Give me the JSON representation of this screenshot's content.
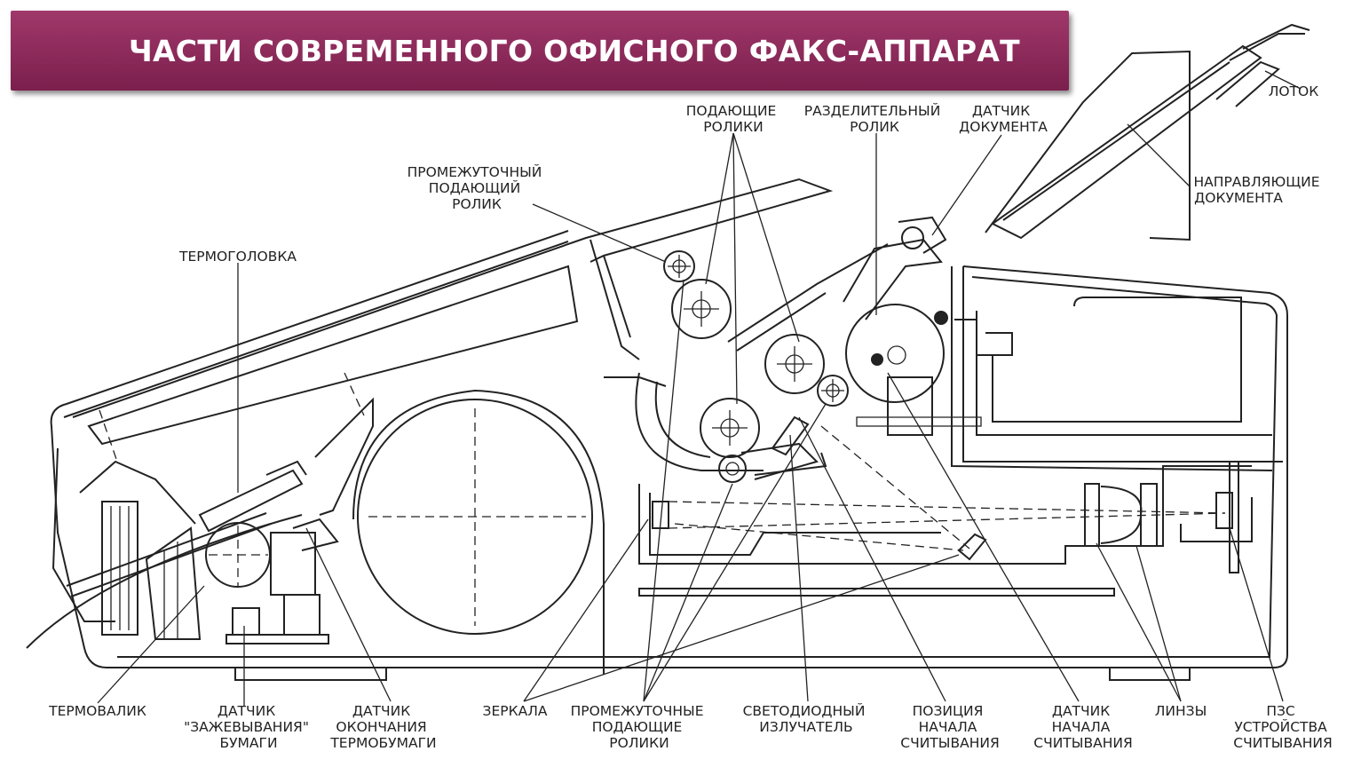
{
  "title": "ЧАСТИ СОВРЕМЕННОГО ОФИСНОГО ФАКС-АППАРАТ",
  "labels": {
    "tray": [
      "ЛОТОК"
    ],
    "doc_guides": [
      "НАПРАВЛЯЮЩИЕ",
      "ДОКУМЕНТА"
    ],
    "feed_rollers": [
      "ПОДАЮЩИЕ",
      "РОЛИКИ"
    ],
    "separation_roller": [
      "РАЗДЕЛИТЕЛЬНЫЙ",
      "РОЛИК"
    ],
    "doc_sensor": [
      "ДАТЧИК",
      "ДОКУМЕНТА"
    ],
    "intermediate_feed_roller": [
      "ПРОМЕЖУТОЧНЫЙ",
      "ПОДАЮЩИЙ",
      "РОЛИК"
    ],
    "thermal_head": [
      "ТЕРМОГОЛОВКА"
    ],
    "thermal_roller": [
      "ТЕРМОВАЛИК"
    ],
    "paper_jam_sensor": [
      "ДАТЧИК",
      "\"ЗАЖЕВЫВАНИЯ\"",
      "БУМАГИ"
    ],
    "paper_end_sensor": [
      "ДАТЧИК",
      "ОКОНЧАНИЯ",
      "ТЕРМОБУМАГИ"
    ],
    "mirrors": [
      "ЗЕРКАЛА"
    ],
    "intermediate_feed_rollers": [
      "ПРОМЕЖУТОЧНЫЕ",
      "ПОДАЮЩИЕ",
      "РОЛИКИ"
    ],
    "led_emitter": [
      "СВЕТОДИОДНЫЙ",
      "ИЗЛУЧАТЕЛЬ"
    ],
    "scan_start_position": [
      "ПОЗИЦИЯ",
      "НАЧАЛА",
      "СЧИТЫВАНИЯ"
    ],
    "scan_start_sensor": [
      "ДАТЧИК",
      "НАЧАЛА",
      "СЧИТЫВАНИЯ"
    ],
    "lenses": [
      "ЛИНЗЫ"
    ],
    "ccd_reader": [
      "ПЗС",
      "УСТРОЙСТВА",
      "СЧИТЫВАНИЯ"
    ]
  },
  "colors": {
    "banner_top": "#a0386a",
    "banner_bottom": "#7b1f4d",
    "banner_text": "#ffffff",
    "line": "#222222"
  }
}
